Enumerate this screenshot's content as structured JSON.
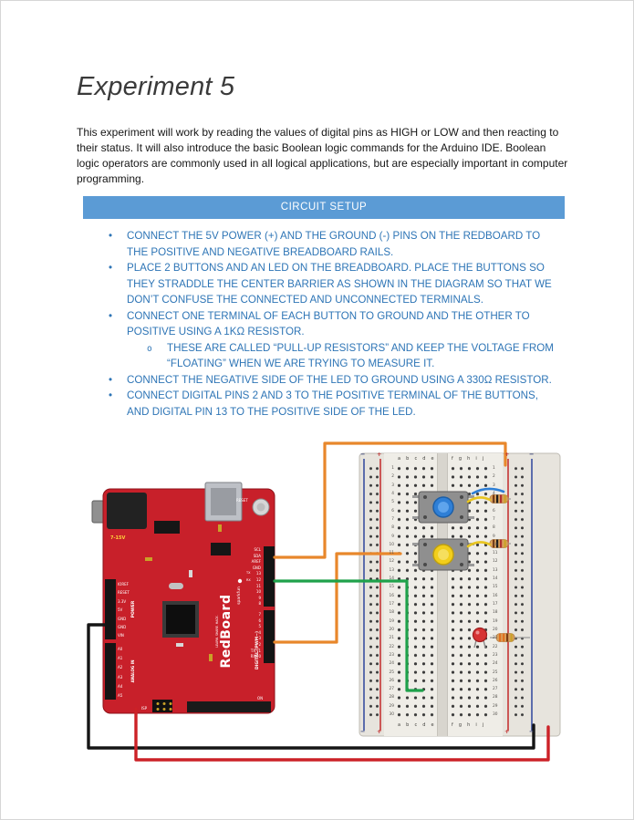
{
  "page": {
    "title": "Experiment 5",
    "intro": "This experiment will work by reading the values of digital pins as HIGH or LOW and then reacting to their status.  It will also introduce the basic Boolean logic commands for the Arduino IDE.  Boolean logic operators are commonly used in all logical applications, but are especially important in computer programming."
  },
  "setup": {
    "header": "CIRCUIT SETUP",
    "items": [
      {
        "text": "CONNECT THE 5V POWER (+) AND THE GROUND (-) PINS ON THE REDBOARD TO THE POSITIVE AND NEGATIVE BREADBOARD RAILS."
      },
      {
        "text": "PLACE 2 BUTTONS AND AN LED ON THE BREADBOARD.  PLACE THE BUTTONS SO THEY STRADDLE THE CENTER BARRIER AS SHOWN IN THE DIAGRAM SO THAT WE DON’T CONFUSE THE CONNECTED AND UNCONNECTED TERMINALS."
      },
      {
        "text": "CONNECT ONE TERMINAL OF EACH BUTTON TO GROUND AND THE OTHER TO POSITIVE USING A 1KΩ RESISTOR.",
        "sub": "THESE ARE CALLED “PULL-UP RESISTORS” AND KEEP THE VOLTAGE FROM “FLOATING” WHEN WE ARE TRYING TO MEASURE IT."
      },
      {
        "text": "CONNECT THE NEGATIVE SIDE OF THE LED TO GROUND USING A 330Ω RESISTOR."
      },
      {
        "text": "CONNECT DIGITAL PINS 2 AND 3 TO THE POSITIVE TERMINAL OF THE BUTTONS, AND DIGITAL PIN 13 TO THE POSITIVE SIDE OF THE LED."
      }
    ]
  },
  "diagram": {
    "redboard": {
      "logo": "RedBoard",
      "brand": "sparkfun",
      "tagline": "LEARN. SHARE. HACK.",
      "reset": "RESET",
      "jack": "7-15V",
      "digital": "DIGITAL (PWM~)",
      "power": "POWER",
      "analog": "ANALOG IN",
      "isp": "ISP",
      "on": "ON",
      "tx": "TX",
      "rx": "RX",
      "pins_top_right": "SCL\nSDA\nAREF\nGND\n13\n12\n11\n10\n9\n8",
      "pins_bottom_right": "7\n6\n5\n4\n3\n2\nTX→1\nRX←0",
      "pins_power": "IOREF\nRESET\n3.3V\n5V\nGND\nGND\nVIN",
      "pins_analog": "A0\nA1\nA2\nA3\nA4\nA5"
    },
    "breadboard": {
      "cols_left": "abcde",
      "cols_right": "fghij",
      "rows": "1\n2\n3\n4\n5\n6\n7\n8\n9\n10\n11\n12\n13\n14\n15\n16\n17\n18\n19\n20\n21\n22\n23\n24\n25\n26\n27\n28\n29\n30",
      "plus": "+",
      "minus": "−"
    },
    "colors": {
      "header_bar": "#5B9BD5",
      "list_text": "#2E75B6",
      "board_red": "#C8202A",
      "wire_orange": "#E8872B",
      "wire_green": "#1FA14B",
      "wire_yellow": "#E8C520",
      "wire_blue": "#2E7FD6",
      "wire_black": "#151515",
      "wire_red": "#CC2127",
      "button_blue": "#2F7FD6",
      "button_yellow": "#F2CE1B",
      "led_red": "#D63333"
    }
  }
}
